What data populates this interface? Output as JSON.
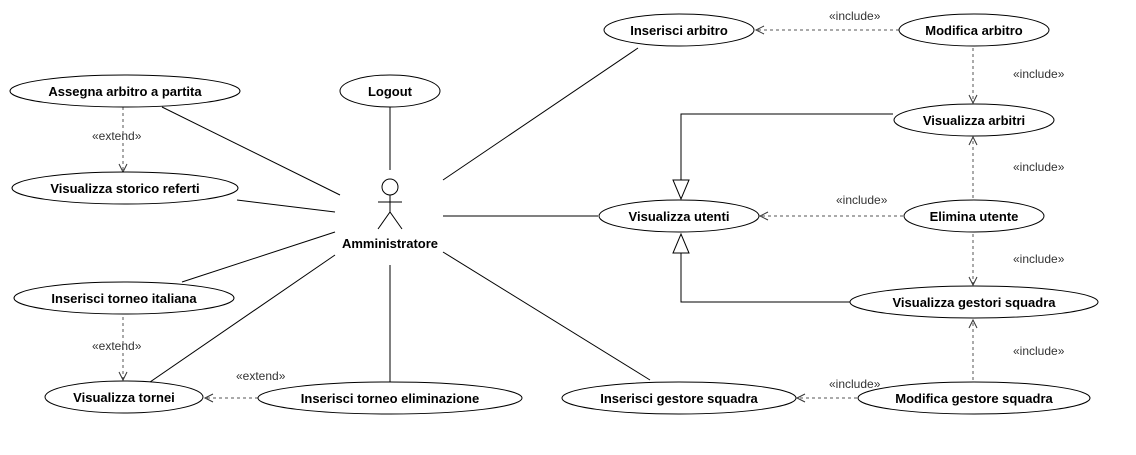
{
  "actor": {
    "name": "Amministratore"
  },
  "use_cases": {
    "logout": "Logout",
    "assegna": "Assegna arbitro a partita",
    "storico": "Visualizza storico referti",
    "torneo_italiana": "Inserisci torneo italiana",
    "vis_tornei": "Visualizza tornei",
    "torneo_elim": "Inserisci torneo eliminazione",
    "ins_arbitro": "Inserisci arbitro",
    "mod_arbitro": "Modifica arbitro",
    "vis_arbitri": "Visualizza arbitri",
    "vis_utenti": "Visualizza utenti",
    "elimina": "Elimina utente",
    "vis_gestori": "Visualizza gestori squadra",
    "ins_gestore": "Inserisci gestore squadra",
    "mod_gestore": "Modifica gestore squadra"
  },
  "stereotypes": {
    "extend": "«extend»",
    "include": "«include»"
  }
}
